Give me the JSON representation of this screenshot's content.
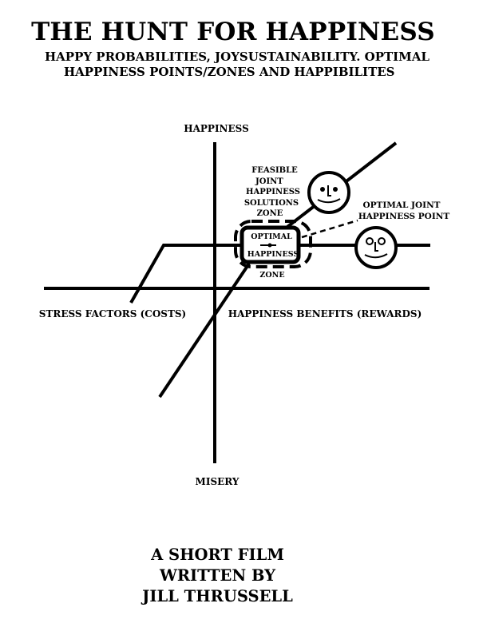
{
  "poster": {
    "title": "THE HUNT FOR HAPPINESS",
    "subtitle_line1": "HAPPY PROBABILITIES, JOYSUSTAINABILITY. OPTIMAL",
    "subtitle_line2": "HAPPINESS POINTS/ZONES AND HAPPIBILITES",
    "credits": [
      "A SHORT FILM",
      "WRITTEN BY",
      "JILL THRUSSELL"
    ]
  },
  "diagram": {
    "axis_top": "HAPPINESS",
    "axis_bottom": "MISERY",
    "axis_left": "STRESS FACTORS (COSTS)",
    "axis_right": "HAPPINESS BENEFITS (REWARDS)",
    "feasible_zone_label": [
      "FEASIBLE",
      "JOINT",
      "HAPPINESS",
      "SOLUTIONS",
      "ZONE"
    ],
    "optimal_point_label": [
      "OPTIMAL JOINT",
      "HAPPINESS POINT"
    ],
    "optimal_zone_label": [
      "OPTIMAL",
      "HAPPINESS"
    ],
    "zone_word": "ZONE",
    "icons": [
      "smiley-face-icon",
      "smiley-face-icon"
    ],
    "colors": {
      "ink": "#000000",
      "background": "#ffffff"
    }
  }
}
